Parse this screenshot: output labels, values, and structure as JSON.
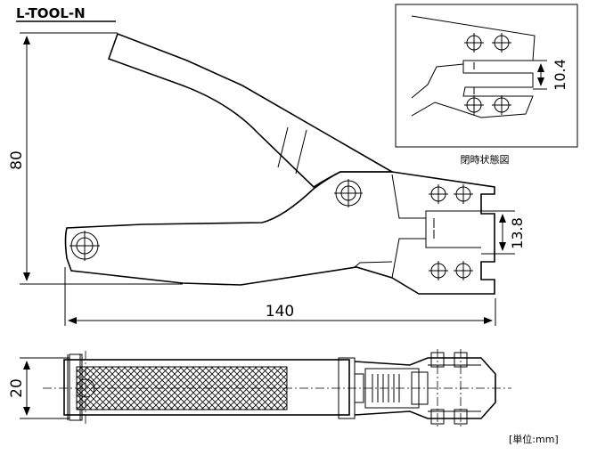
{
  "model_name": "L-TOOL-N",
  "dimensions": {
    "height": "80",
    "length": "140",
    "jaw_open_gap": "13.8",
    "jaw_closed_gap": "10.4",
    "width": "20"
  },
  "inset_caption": "閉時状態図",
  "unit_note": "[単位:mm]"
}
